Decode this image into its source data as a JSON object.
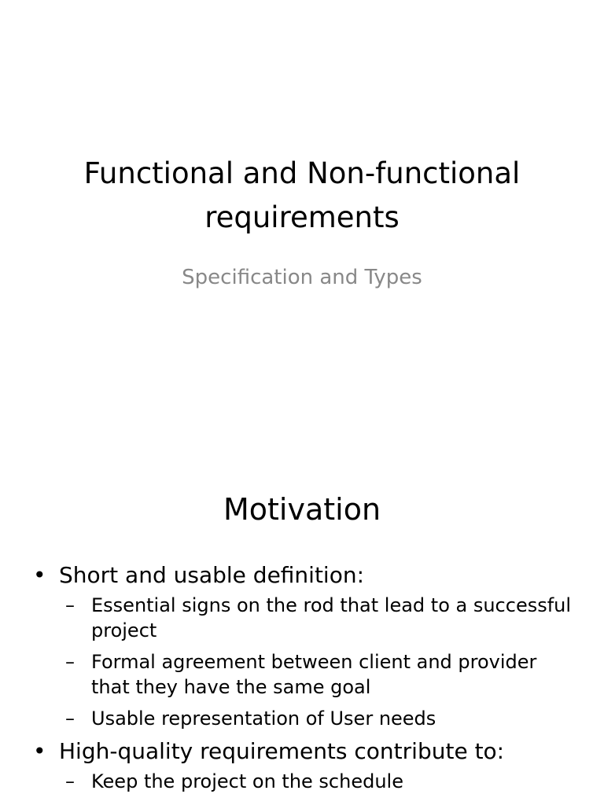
{
  "slide1": {
    "title_line1": "Functional and Non-functional",
    "title_line2": "requirements",
    "subtitle": "Specification and Types"
  },
  "slide2": {
    "title": "Motivation",
    "bullet_marker": "•",
    "sub_marker": "–",
    "bullets": [
      {
        "text": "Short and usable definition:",
        "subs": [
          "Essential signs on the rod that lead to a successful project",
          "Formal agreement between client and provider that they have the same goal",
          "Usable representation of User needs"
        ]
      },
      {
        "text": "High-quality requirements contribute to:",
        "subs": [
          "Keep the project on the schedule"
        ]
      }
    ]
  }
}
